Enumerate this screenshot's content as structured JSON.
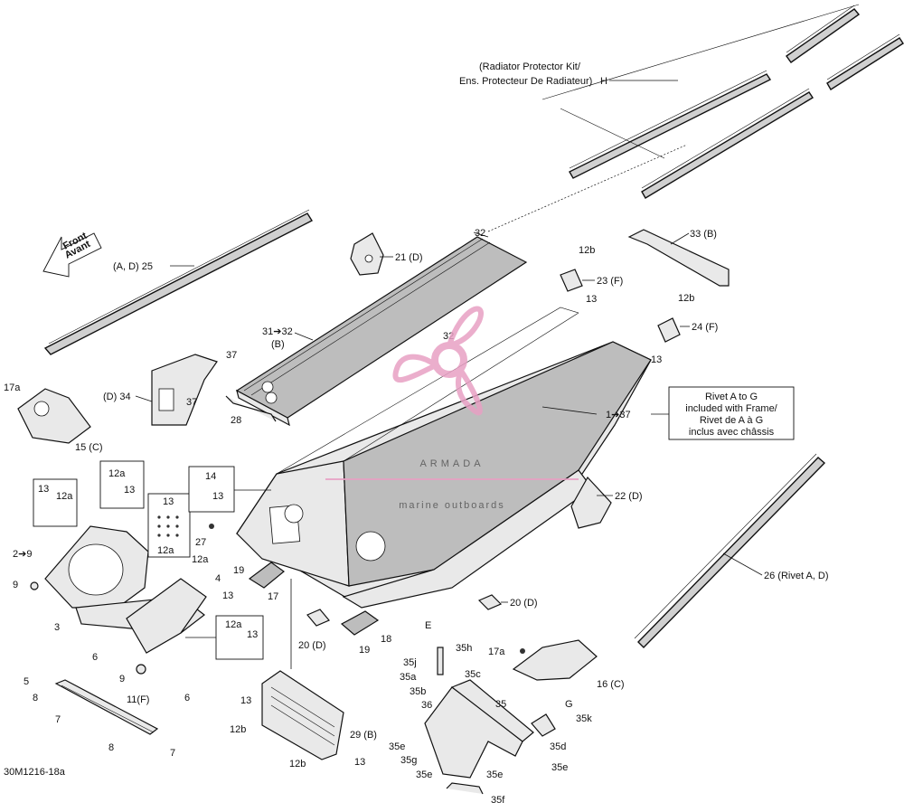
{
  "diagram": {
    "drawing_code": "30M1216-18a",
    "front_arrow": {
      "line1": "Front",
      "line2": "Avant"
    },
    "radiator_kit": {
      "line1": "(Radiator Protector Kit/",
      "line2": "Ens. Protecteur De Radiateur)",
      "letter": "H"
    },
    "rivet_note": {
      "line1": "Rivet A to G",
      "line2": "included with Frame/",
      "line3": "Rivet de A à G",
      "line4": "inclus avec châssis"
    },
    "watermark": {
      "brand": "ARMADA",
      "tagline": "marine outboards",
      "accent_color": "#e8a0c4"
    },
    "callouts": {
      "c32a": "32",
      "c32b": "32",
      "c21": "21 (D)",
      "c12b_a": "12b",
      "c23": "23 (F)",
      "c13_a": "13",
      "c33": "33 (B)",
      "c12b_b": "12b",
      "c24": "24 (F)",
      "c13_b": "13",
      "c1_37": "1➔37",
      "c25": "(A, D) 25",
      "c31": "31➔32",
      "c31b": "(B)",
      "c37a": "37",
      "c37b": "37",
      "c34": "(D) 34",
      "c28": "28",
      "c17a_a": "17a",
      "c15": "15 (C)",
      "c14": "14",
      "c13_c": "13",
      "c12a_a": "12a",
      "c13_d": "13",
      "c13_e": "13",
      "c12a_b": "12a",
      "c13_f": "13",
      "c12a_c": "12a",
      "c27": "27",
      "c22": "22 (D)",
      "c2_9": "2➔9",
      "c9_a": "9",
      "c3": "3",
      "c12a_d": "12a",
      "c4": "4",
      "c13_g": "13",
      "c19_a": "19",
      "c17": "17",
      "c20_a": "20 (D)",
      "c26": "26 (Rivet A, D)",
      "c12a_e": "12a",
      "c13_h": "13",
      "c6_a": "6",
      "c20_b": "20 (D)",
      "c19_b": "19",
      "c18": "18",
      "cE": "E",
      "c9_b": "9",
      "c5": "5",
      "c8_a": "8",
      "c11": "11(F)",
      "c6_b": "6",
      "c7_a": "7",
      "c8_b": "8",
      "c7_b": "7",
      "c13_i": "13",
      "c12b_c": "12b",
      "c29": "29 (B)",
      "c12b_d": "12b",
      "c13_j": "13",
      "c35j": "35j",
      "c35h": "35h",
      "c35a": "35a",
      "c35c": "35c",
      "c35b": "35b",
      "c17a_b": "17a",
      "c16": "16 (C)",
      "c36": "36",
      "c35": "35",
      "cG": "G",
      "c35k": "35k",
      "c35e_a": "35e",
      "c35g": "35g",
      "c35e_b": "35e",
      "c35e_c": "35e",
      "c35d": "35d",
      "c35e_d": "35e",
      "c35f": "35f"
    }
  }
}
